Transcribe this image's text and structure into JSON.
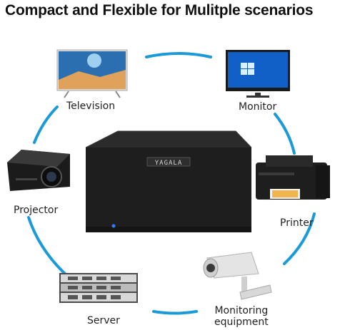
{
  "title": "Compact and Flexible for Mulitple scenarios",
  "brand_label": "YAGALA",
  "devices": {
    "television": "Television",
    "monitor": "Monitor",
    "projector": "Projector",
    "printer": "Printer",
    "server": "Server",
    "monitoring_line1": "Monitoring",
    "monitoring_line2": "equipment"
  },
  "colors": {
    "ring": "#1a9ad6",
    "hub": "#1e1e1e",
    "status_led": "#2f7cff"
  }
}
